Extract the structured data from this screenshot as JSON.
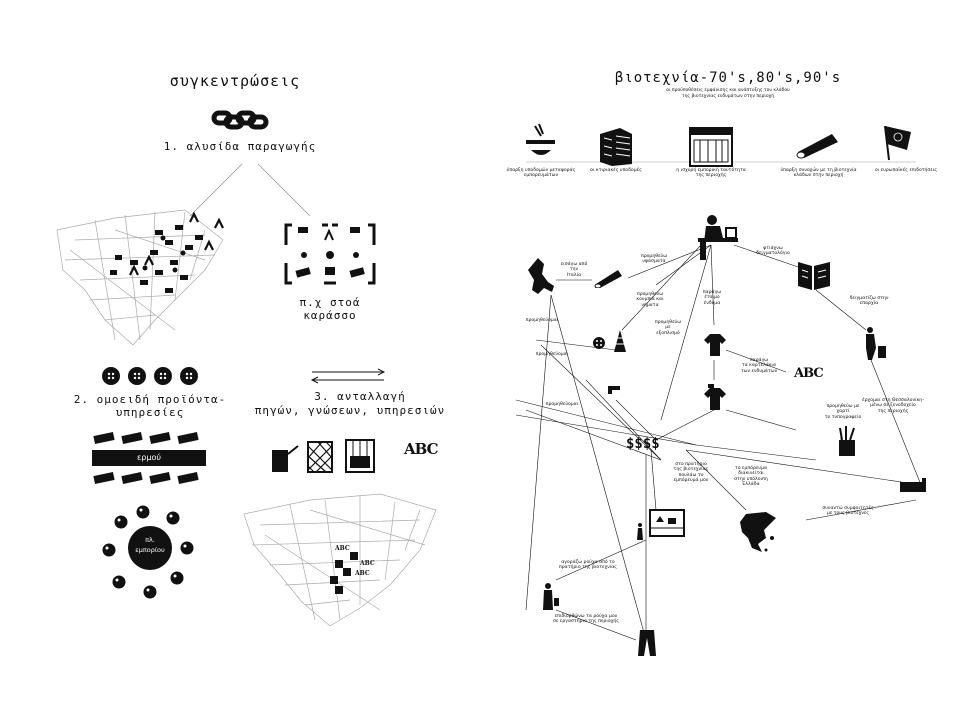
{
  "left": {
    "title": "συγκεντρώσεις",
    "section1": "1. αλυσίδα παραγωγής",
    "stoa_label": "π.χ στοά καράσσο",
    "section2": "2. ομοειδή προϊόντα-υπηρεσίες",
    "section3_line1": "3. ανταλλαγή",
    "section3_line2": "πηγών, γνώσεων, υπηρεσιών",
    "street_label": "ερμού",
    "square_label_1": "πλ.",
    "square_label_2": "εμπορίου",
    "abc": "ABC",
    "map_abc_1": "ABC",
    "map_abc_2": "ABC",
    "map_abc_3": "ABC"
  },
  "right": {
    "title": "βιοτεχνία-70's,80's,90's",
    "subtitle_1": "οι προϋποθέσεις εμφάνισης και ανάπτυξης του κλάδου",
    "subtitle_2": "της βιοτεχνίας ενδυμάτων στην περιοχή",
    "top_items": [
      {
        "line1": "ύπαρξη υποδομών μεταφοράς",
        "line2": "εμπορευμάτων"
      },
      {
        "line1": "οι κτιριακές υποδομές",
        "line2": ""
      },
      {
        "line1": "η ισχυρή εμπορική ταυτότητα",
        "line2": "της περιοχής"
      },
      {
        "line1": "ύπαρξη συνοχών με τη βιοτεχνία",
        "line2": "κλάδων στην περιοχή"
      },
      {
        "line1": "οι ευρωπαϊκές επιδοτήσεις",
        "line2": ""
      }
    ],
    "labels": {
      "italy_1": "εισάγω από",
      "italy_2": "την",
      "italy_3": "Ιταλία",
      "fabric_1": "προμηθεύω",
      "fabric_2": "υφάσματα",
      "design_1": "φτιάχνω",
      "design_2": "δειγματολόγιο",
      "threads_1": "προμηθεύω",
      "threads_2": "κουμπιά και",
      "threads_3": "νήματα",
      "ready_1": "παράγω",
      "ready_2": "έτοιμο",
      "ready_3": "ένδυμα",
      "embroidery_1": "προμηθεύω",
      "embroidery_2": "με",
      "embroidery_3": "εξοπλισμό",
      "buy_1": "προμηθεύομαι",
      "buy_2": "προμηθεύομαι",
      "buy_3": "προμηθεύομαι",
      "labels_1": "παράγω",
      "labels_2": "τα καρτελάκια",
      "labels_3": "των ενδυμάτων",
      "travel_1": "δειγματίζω στην",
      "travel_2": "επαρχία",
      "paper_1": "προμηθεύω με",
      "paper_2": "χαρτί",
      "paper_3": "το τυπογραφείο",
      "thessaloniki_1": "έρχομαι στη Θεσσαλονίκη-",
      "thessaloniki_2": "μένω σε ξενοδοχείο",
      "thessaloniki_3": "της περιοχής",
      "shop_1": "στο πρατήριο",
      "shop_2": "της βιοτεχνίας",
      "shop_3": "πουλάω το",
      "shop_4": "εμπόρευμά μου",
      "greece_1": "το εμπόρευμα",
      "greece_2": "διακινείται",
      "greece_3": "στην υπόλοιπη",
      "greece_4": "Ελλάδα",
      "meet_1": "συναντώ συμφοιτητές",
      "meet_2": "με τους βιοτέχνες",
      "buyer_1": "αγοράζω ρούχα από το",
      "buyer_2": "πρατήριο της βιοτεχνίας",
      "repair_1": "επιδιορθώνω τα ρούχα μου",
      "repair_2": "σε εργαστήριο της περιοχής"
    },
    "money": "$$$$",
    "abc": "ABC"
  }
}
